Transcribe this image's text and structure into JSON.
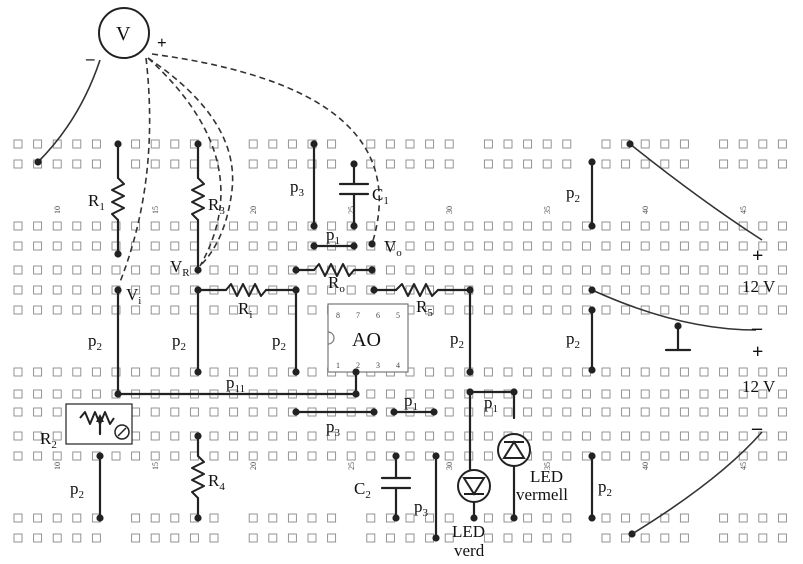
{
  "voltmeter": {
    "symbol": "V",
    "minus": "–",
    "plus": "+"
  },
  "components": {
    "R1": "R",
    "R1_sub": "1",
    "R3": "R",
    "R3_sub": "3",
    "Ri": "R",
    "Ri_sub": "i",
    "Ro": "R",
    "Ro_sub": "o",
    "R5": "R",
    "R5_sub": "5",
    "R2": "R",
    "R2_sub": "2",
    "R4": "R",
    "R4_sub": "4",
    "C1": "C",
    "C1_sub": "1",
    "C2": "C",
    "C2_sub": "2",
    "AO": "AO",
    "Vi": "V",
    "Vi_sub": "i",
    "VR": "V",
    "VR_sub": "R",
    "Vo": "V",
    "Vo_sub": "o"
  },
  "jumpers": {
    "p1": "p",
    "p1_sub": "1",
    "p2": "p",
    "p2_sub": "2",
    "p3": "p",
    "p3_sub": "3",
    "p11": "p",
    "p11_sub": "11"
  },
  "supply": {
    "v12_top": "12 V",
    "v12_bottom": "12 V",
    "plus": "+",
    "minus": "–"
  },
  "leds": {
    "green_1": "LED",
    "green_2": "verd",
    "red_1": "LED",
    "red_2": "vermell"
  },
  "column_numbers": [
    "10",
    "15",
    "20",
    "25",
    "30",
    "35",
    "40",
    "45"
  ],
  "ao_pins_top": [
    "8",
    "7",
    "6",
    "5"
  ],
  "ao_pins_bottom": [
    "1",
    "2",
    "3",
    "4"
  ]
}
